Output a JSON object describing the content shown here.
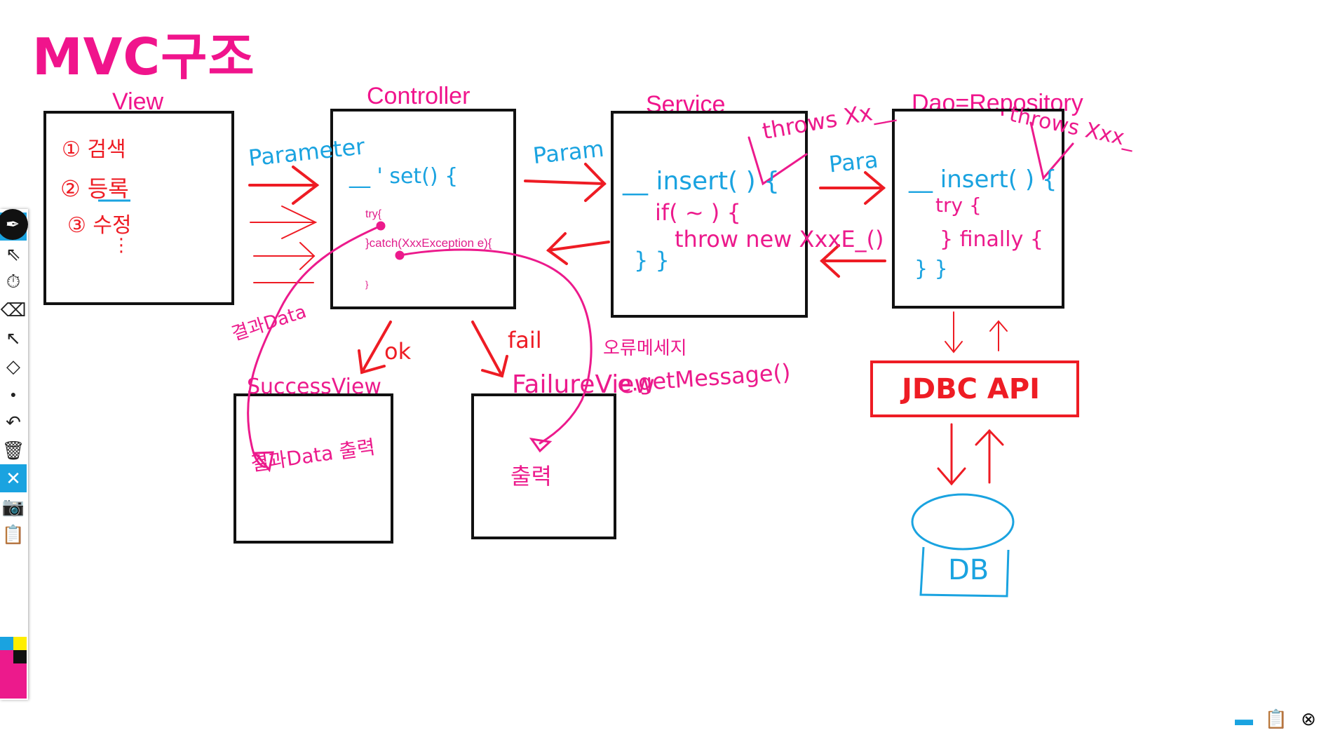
{
  "title": "MVC구조",
  "layers": {
    "view": "View",
    "controller": "Controller",
    "service": "Service",
    "dao": "Dao=Repository"
  },
  "controller_code": {
    "try": "try{",
    "catch": "}catch(XxxException e){",
    "close": "}"
  },
  "handwriting": {
    "view_items": [
      "① 검색",
      "② 등록",
      "③ 수정",
      "⋮"
    ],
    "parameter": "Parameter",
    "param1": "Param",
    "param2": "Para",
    "controller_method": "__ ' set() {",
    "service_method": "__ insert( ) {",
    "service_if": "if( ~ ) {",
    "service_throw": "throw new XxxE_()",
    "service_close": "} }",
    "service_throws": "throws Xx__",
    "dao_method": "__ insert( ) {",
    "dao_try": "try {",
    "dao_finally": "} finally {",
    "dao_close": "} }",
    "dao_throws": "throws Xxx_",
    "result_data": "결과Data",
    "ok": "ok",
    "fail": "fail",
    "success_view": "SuccessView",
    "failure_view": "FailureView",
    "error_message": "오류메세지",
    "get_message": "e.getMessage()",
    "result_data_output": "결과Data 출력",
    "output": "출력",
    "jdbc": "JDBC API",
    "db": "DB"
  },
  "colors": {
    "title": "#f0148c",
    "blue_ink": "#1aa3e0",
    "red_ink": "#ee1c24",
    "pink_ink": "#ec1a8c"
  },
  "toolbar": {
    "tools": [
      "pen-icon",
      "eye-icon",
      "pointer-icon",
      "timer-icon",
      "eraser-icon",
      "arrow-icon",
      "eraser2-icon",
      "dot-icon",
      "undo-icon",
      "trash-icon",
      "clear-icon",
      "camera-icon",
      "clipboard-icon"
    ]
  },
  "bottom_icons": [
    "folder-icon",
    "clipboard-icon",
    "close-icon"
  ]
}
